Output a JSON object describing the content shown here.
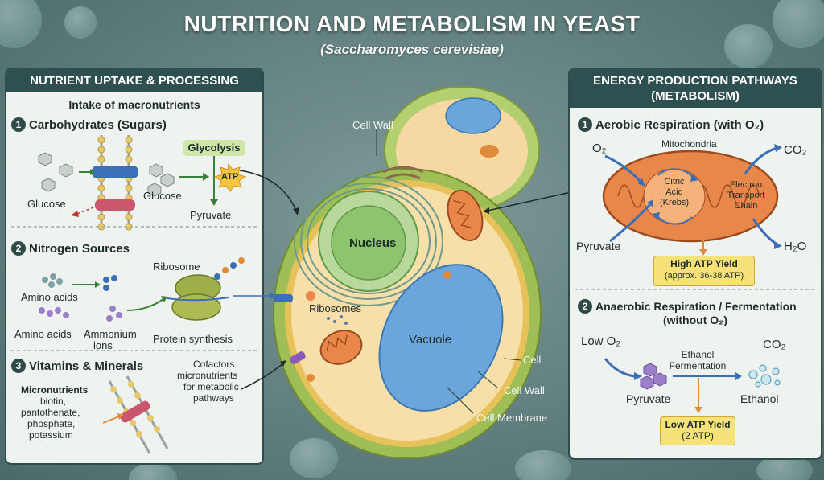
{
  "title": "NUTRITION AND METABOLISM IN YEAST",
  "subtitle": "(Saccharomyces cerevisiae)",
  "left_panel": {
    "header": "NUTRIENT UPTAKE & PROCESSING",
    "intro": "Intake of macronutrients",
    "sections": [
      {
        "num": "1",
        "title": "Carbohydrates (Sugars)"
      },
      {
        "num": "2",
        "title": "Nitrogen Sources"
      },
      {
        "num": "3",
        "title": "Vitamins & Minerals"
      }
    ],
    "carb": {
      "glucose_outside": "Glucose",
      "glucose_inside": "Glucose",
      "glycolysis": "Glycolysis",
      "atp": "ATP",
      "pyruvate": "Pyruvate"
    },
    "nitrogen": {
      "amino_acids_1": "Amino acids",
      "amino_acids_2": "Amino acids",
      "ammonium_1": "Ammonium",
      "ammonium_2": "ions",
      "ribosome": "Ribosome",
      "protein_synthesis": "Protein synthesis"
    },
    "vitamins": {
      "micronutrients": "Micronutrients",
      "items": [
        "biotin,",
        "pantothenate,",
        "phosphate,",
        "potassium"
      ],
      "cofactors": [
        "Cofactors",
        "micronutrients",
        "for metabolic",
        "pathways"
      ]
    }
  },
  "cell": {
    "cell_wall_top": "Cell Wall",
    "nucleus": "Nucleus",
    "ribosomes": "Ribosomes",
    "vacuole": "Vacuole",
    "cell": "Cell",
    "cell_wall": "Cell Wall",
    "cell_membrane": "Cell Membrane"
  },
  "right_panel": {
    "header_line1": "ENERGY PRODUCTION PATHWAYS",
    "header_line2": "(METABOLISM)",
    "aerobic": {
      "num": "1",
      "title": "Aerobic Respiration (with O₂)",
      "o2": "O₂",
      "mitochondria": "Mitochondria",
      "co2": "CO₂",
      "krebs": [
        "Citric",
        "Acid",
        "(Krebs)"
      ],
      "etc": [
        "Electron",
        "Transport",
        "Chain"
      ],
      "pyruvate": "Pyruvate",
      "h2o": "H₂O",
      "yield_line1": "High ATP Yield",
      "yield_line2": "(approx. 36-38 ATP)"
    },
    "anaerobic": {
      "num": "2",
      "title_line1": "Anaerobic Respiration / Fermentation",
      "title_line2": "(without O₂)",
      "low_o2": "Low O₂",
      "ethanol_fermentation": [
        "Ethanol",
        "Fermentation"
      ],
      "co2": "CO₂",
      "pyruvate": "Pyruvate",
      "ethanol": "Ethanol",
      "yield_line1": "Low ATP Yield",
      "yield_line2": "(2 ATP)"
    }
  },
  "colors": {
    "panel_header": "#2f5050",
    "badge_yellow": "#f7e27a",
    "badge_green": "#cfe6a8",
    "mito_orange": "#e9874a",
    "nucleus_green": "#8ec46e",
    "vacuole_blue": "#6aa6dc"
  }
}
